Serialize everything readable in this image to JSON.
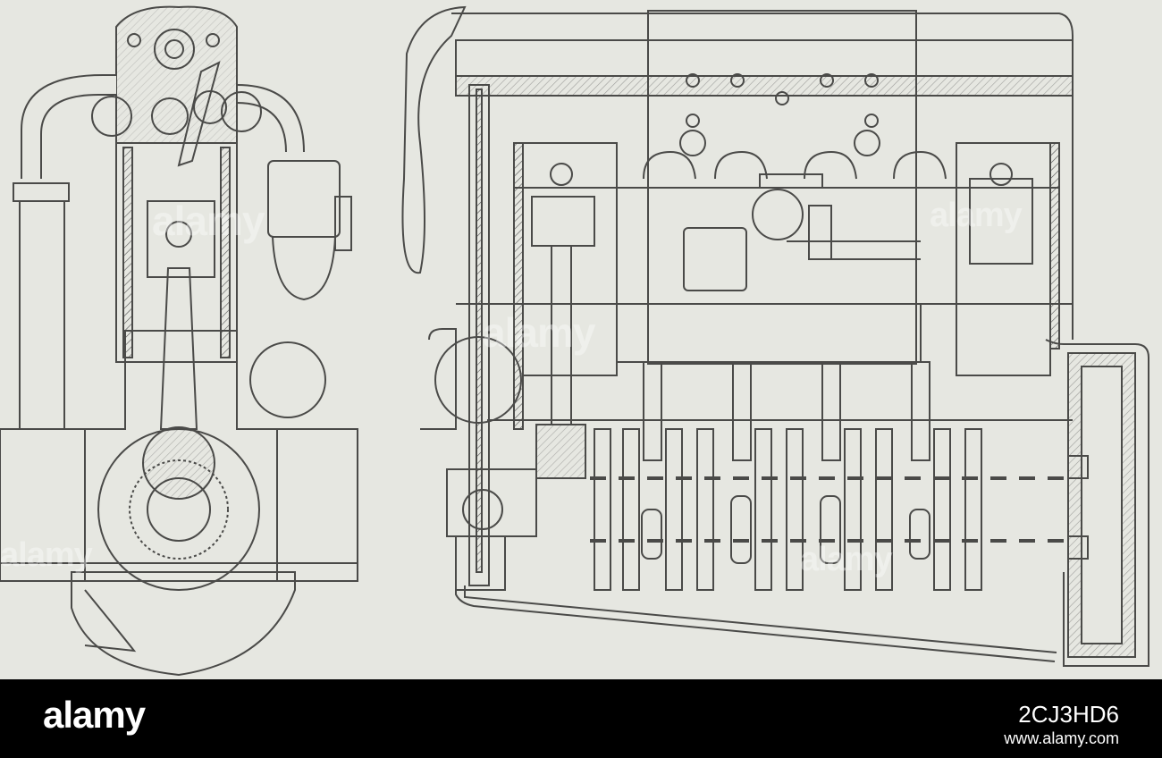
{
  "image": {
    "subject": "engine-sectional-drawings",
    "colors": {
      "paper": "#e6e7e1",
      "line": "#4a4a48",
      "footer": "#000000",
      "footer_text": "#ffffff"
    }
  },
  "watermarks": [
    "alamy",
    "alamy",
    "alamy",
    "alamy",
    "alamy"
  ],
  "footer": {
    "logo_text": "alamy",
    "image_code": "2CJ3HD6",
    "site": "www.alamy.com"
  }
}
